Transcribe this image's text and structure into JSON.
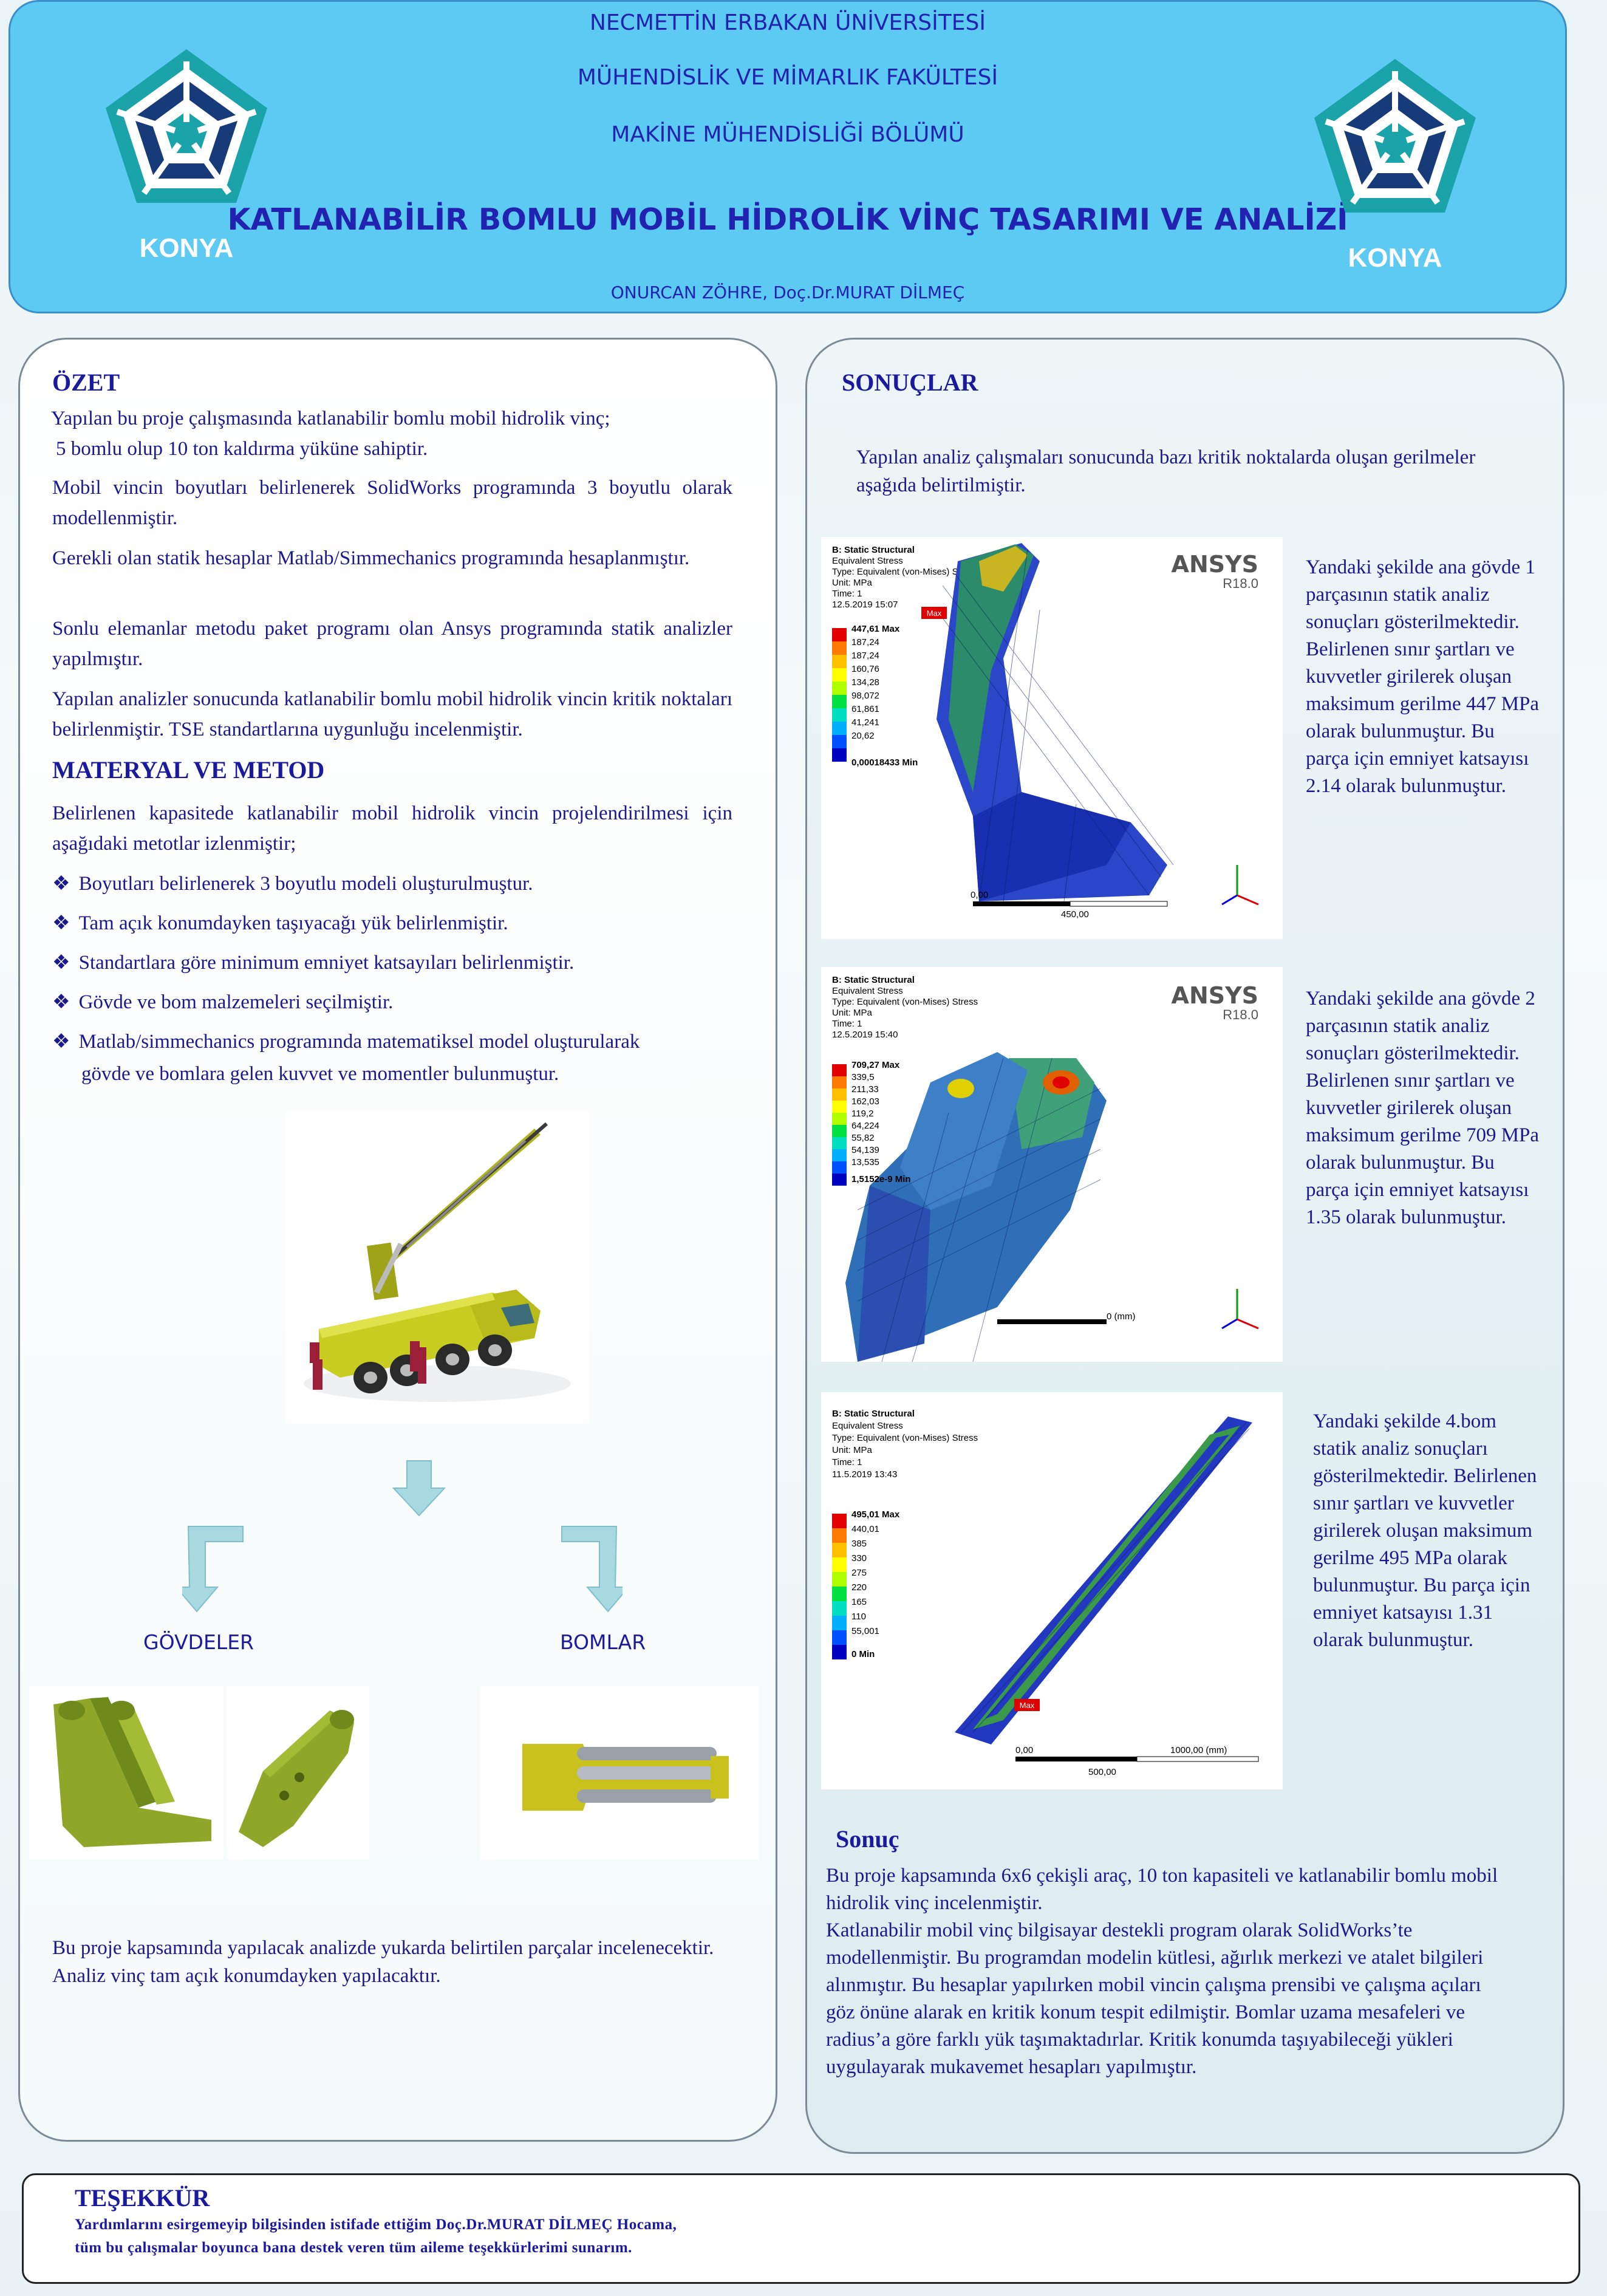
{
  "header": {
    "university": "NECMETTİN ERBAKAN ÜNİVERSİTESİ",
    "faculty": "MÜHENDİSLİK VE MİMARLIK FAKÜLTESİ",
    "department": "MAKİNE MÜHENDİSLİĞİ BÖLÜMÜ",
    "title": "KATLANABİLİR BOMLU MOBİL HİDROLİK VİNÇ TASARIMI VE ANALİZİ",
    "authors": "ONURCAN ZÖHRE, Doç.Dr.MURAT DİLMEÇ",
    "logo_text": "KONYA"
  },
  "ozet": {
    "heading": "ÖZET",
    "p1_line1": "Yapılan bu proje çalışmasında katlanabilir bomlu mobil hidrolik vinç;",
    "p1_line2": "5 bomlu olup 10 ton kaldırma yüküne sahiptir.",
    "p2": "Mobil vincin boyutları belirlenerek SolidWorks programında 3 boyutlu olarak modellenmiştir.",
    "p3": "Gerekli olan statik hesaplar Matlab/Simmechanics programında hesaplanmıştır.",
    "p4": "Sonlu elemanlar metodu paket programı olan Ansys programında statik analizler yapılmıştır.",
    "p5": "Yapılan analizler sonucunda katlanabilir bomlu mobil hidrolik vincin kritik noktaları belirlenmiştir. TSE standartlarına uygunluğu incelenmiştir."
  },
  "materyal": {
    "heading": "MATERYAL VE METOD",
    "intro": "Belirlenen kapasitede katlanabilir mobil hidrolik vincin projelendirilmesi için aşağıdaki metotlar izlenmiştir;",
    "bullets": [
      "Boyutları belirlenerek 3 boyutlu modeli oluşturulmuştur.",
      "Tam açık konumdayken taşıyacağı yük belirlenmiştir.",
      "Standartlara göre minimum emniyet katsayıları belirlenmiştir.",
      "Gövde ve bom malzemeleri seçilmiştir.",
      "Matlab/simmechanics programında matematiksel model oluşturularak",
      "gövde ve bomlara gelen kuvvet ve momentler bulunmuştur."
    ],
    "bullet_glyph": "❖",
    "label_govdeler": "GÖVDELER",
    "label_bomlar": "BOMLAR",
    "closing": "Bu proje kapsamında yapılacak analizde yukarda belirtilen parçalar incelenecektir. Analiz vinç tam açık konumdayken yapılacaktır."
  },
  "sonuclar": {
    "heading": "SONUÇLAR",
    "intro": "Yapılan analiz çalışmaları sonucunda bazı kritik noktalarda oluşan gerilmeler aşağıda belirtilmiştir.",
    "analyses": [
      {
        "header_lines": [
          "B: Static Structural",
          "Equivalent Stress",
          "Type: Equivalent (von-Mises) Stress",
          "Unit: MPa",
          "Time: 1",
          "12.5.2019 15:07"
        ],
        "legend": [
          "447,61 Max",
          "187,24",
          "187,24",
          "160,76",
          "134,28",
          "98,072",
          "61,861",
          "41,241",
          "20,62",
          "0,00018433 Min"
        ],
        "brand": "ANSYS",
        "version": "R18.0",
        "scale_left": "0,00",
        "scale_mid": "450,00",
        "max_tag": "Max",
        "text": "Yandaki şekilde ana gövde 1 parçasının statik analiz sonuçları gösterilmektedir. Belirlenen sınır şartları ve kuvvetler girilerek oluşan maksimum gerilme 447 MPa olarak bulunmuştur. Bu parça için emniyet katsayısı 2.14 olarak bulunmuştur."
      },
      {
        "header_lines": [
          "B: Static Structural",
          "Equivalent Stress",
          "Type: Equivalent (von-Mises) Stress",
          "Unit: MPa",
          "Time: 1",
          "12.5.2019 15:40"
        ],
        "legend": [
          "709,27 Max",
          "339,5",
          "211,33",
          "162,03",
          "119,2",
          "64,224",
          "55,82",
          "54,139",
          "13,535",
          "1,5152e-9 Min"
        ],
        "brand": "ANSYS",
        "version": "R18.0",
        "scale_right": "0 (mm)",
        "text": "Yandaki şekilde ana gövde 2 parçasının statik analiz sonuçları gösterilmektedir. Belirlenen sınır şartları ve kuvvetler girilerek oluşan maksimum gerilme 709 MPa olarak bulunmuştur. Bu parça için emniyet katsayısı 1.35 olarak bulunmuştur."
      },
      {
        "header_lines": [
          "B: Static Structural",
          "Equivalent Stress",
          "Type: Equivalent (von-Mises) Stress",
          "Unit: MPa",
          "Time: 1",
          "11.5.2019 13:43"
        ],
        "legend": [
          "495,01 Max",
          "440,01",
          "385",
          "330",
          "275",
          "220",
          "165",
          "110",
          "55,001",
          "0 Min"
        ],
        "scale_left": "0,00",
        "scale_right": "1000,00 (mm)",
        "scale_mid": "500,00",
        "max_tag": "Max",
        "text": "Yandaki şekilde 4.bom statik analiz sonuçları gösterilmektedir. Belirlenen sınır şartları ve kuvvetler girilerek oluşan maksimum gerilme 495 MPa olarak bulunmuştur. Bu parça için emniyet katsayısı 1.31 olarak bulunmuştur."
      }
    ]
  },
  "sonuc": {
    "heading": "Sonuç",
    "p1": "Bu proje kapsamında 6x6 çekişli araç, 10 ton kapasiteli ve katlanabilir bomlu mobil hidrolik vinç incelenmiştir.",
    "p2": "Katlanabilir mobil vinç bilgisayar destekli program olarak SolidWorks’te modellenmiştir. Bu programdan modelin kütlesi, ağırlık merkezi ve atalet bilgileri alınmıştır. Bu hesaplar yapılırken mobil vincin çalışma prensibi ve çalışma açıları göz önüne alarak en kritik konum tespit edilmiştir. Bomlar uzama mesafeleri ve radius’a göre farklı yük taşımaktadırlar. Kritik konumda taşıyabileceği yükleri uygulayarak mukavemet hesapları yapılmıştır."
  },
  "tesekkur": {
    "heading": "TEŞEKKÜR",
    "line1": "Yardımlarını esirgemeyip bilgisinden istifade ettiğim Doç.Dr.MURAT DİLMEÇ Hocama,",
    "line2": "tüm bu çalışmalar boyunca bana destek veren tüm aileme teşekkürlerimi sunarım."
  },
  "colors": {
    "header_bg": "#5ccaf3",
    "text_blue": "#1a1a8c",
    "logo_teal": "#1aa3a8",
    "logo_navy": "#173a78"
  }
}
